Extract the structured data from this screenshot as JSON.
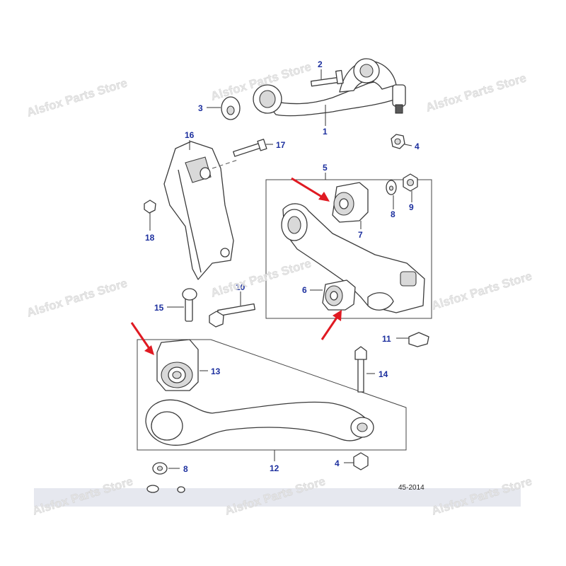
{
  "diagram": {
    "reference_code": "45-2014",
    "watermark": "Alsfox Parts Store",
    "callouts": {
      "c1": "1",
      "c2": "2",
      "c3": "3",
      "c4a": "4",
      "c5": "5",
      "c7": "7",
      "c8a": "8",
      "c9": "9",
      "c10": "10",
      "c11": "11",
      "c12": "12",
      "c13": "13",
      "c14": "14",
      "c15": "15",
      "c16": "16",
      "c17": "17",
      "c18": "18",
      "c4b": "4",
      "c8b": "8",
      "c6": "6"
    },
    "colors": {
      "callout_text": "#1c2f9e",
      "highlight_arrow": "#e01a22",
      "footer_bar": "#e6e8ef"
    }
  }
}
